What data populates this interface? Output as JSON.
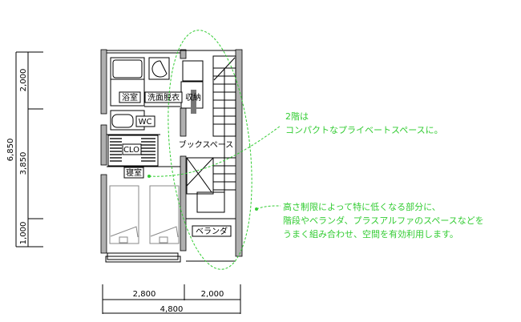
{
  "dimensions": {
    "vertical_total": "6,850",
    "vertical_segments": [
      "2,000",
      "3,850",
      "1,000"
    ],
    "horizontal_total": "4,800",
    "horizontal_segments": [
      "2,800",
      "2,000"
    ]
  },
  "rooms": {
    "bath": "浴室",
    "washroom": "洗面脱衣",
    "storage": "収納",
    "wc": "WC",
    "closet": "CLO",
    "bedroom": "寝室",
    "book_space": "ブックスペース",
    "veranda": "ベランダ"
  },
  "annotations": {
    "note1": [
      "2階は",
      "コンパクトなプライベートスペースに。"
    ],
    "note2": [
      "高さ制限によって特に低くなる部分に、",
      "階段やベランダ、プラスアルファのスペースなどを",
      "うまく組み合わせ、空間を有効利用します。"
    ]
  },
  "colors": {
    "annotation": "#33cc33",
    "wall": "#b0b0b0"
  }
}
